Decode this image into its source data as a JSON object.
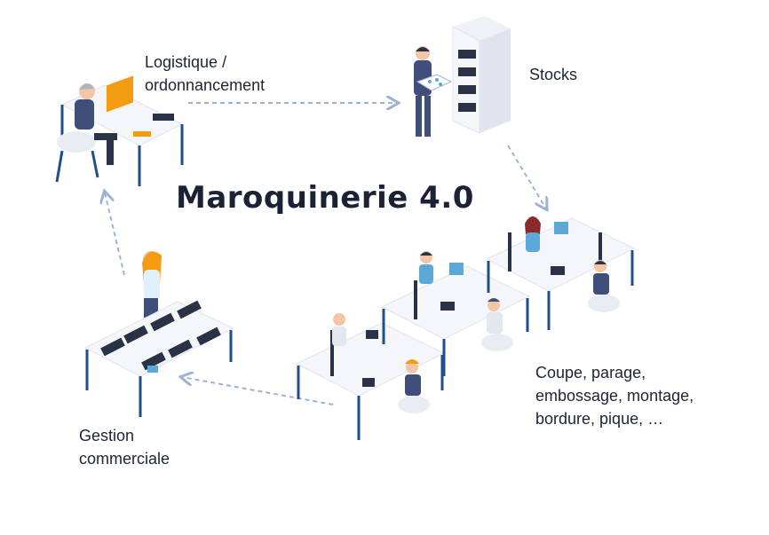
{
  "title": "Maroquinerie 4.0",
  "nodes": {
    "logistics": {
      "label": "Logistique /\nordonnancement",
      "icon": "office-worker-at-computer"
    },
    "stocks": {
      "label": "Stocks",
      "icon": "warehouse-shelf-worker"
    },
    "production": {
      "label": "Coupe, parage,\nembossage, montage,\nbordure, pique, …",
      "icon": "workshop-workers"
    },
    "sales": {
      "label": "Gestion\ncommerciale",
      "icon": "sales-desk-worker"
    }
  },
  "flow": [
    "logistics",
    "stocks",
    "production",
    "sales",
    "logistics"
  ],
  "colors": {
    "arrow": "#9fb2d6",
    "table_top": "#f4f6fa",
    "table_leg": "#1f4e8c",
    "shirt": "#5aa9d6",
    "dark_shirt": "#3f4f7a",
    "skin": "#f2c6a6",
    "device": "#2a3346",
    "accent_orange": "#f39c12"
  }
}
